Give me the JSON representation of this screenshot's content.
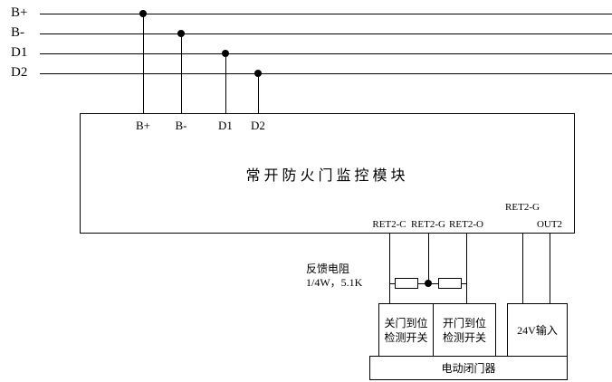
{
  "colors": {
    "line": "#000000",
    "background": "#ffffff"
  },
  "bus": {
    "labels": [
      "B+",
      "B-",
      "D1",
      "D2"
    ]
  },
  "module": {
    "title": "常开防火门监控模块",
    "top_terminals": [
      "B+",
      "B-",
      "D1",
      "D2"
    ],
    "bottom_terminals": [
      "RET2-C",
      "RET2-G",
      "RET2-O",
      "RET2-G",
      "OUT2"
    ]
  },
  "resistor": {
    "label": "反馈电阻\n1/4W，5.1K"
  },
  "devices": {
    "close_switch": "关门到位\n检测开关",
    "open_switch": "开门到位\n检测开关",
    "power_input": "24V输入",
    "door_closer": "电动闭门器"
  }
}
